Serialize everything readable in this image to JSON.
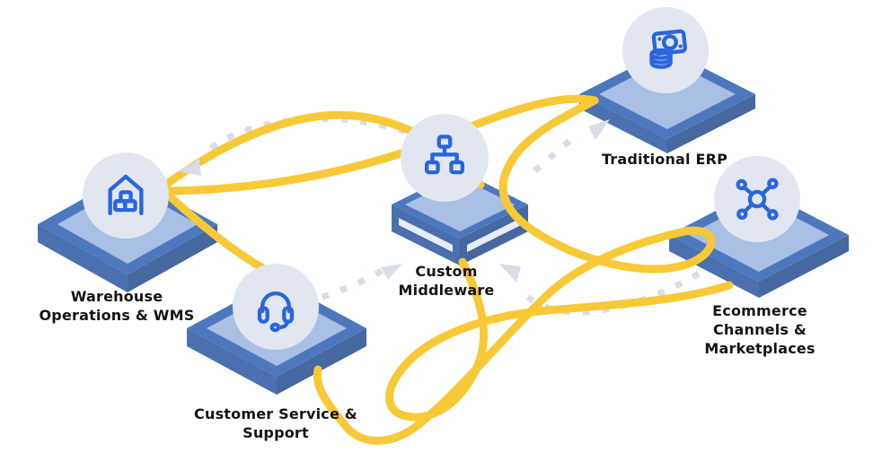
{
  "diagram": {
    "colors": {
      "background": "#FFFFFF",
      "connection_yellow": "#F7C937",
      "platform_edge": "#4E78BE",
      "platform_top": "#A9BFE3",
      "platform_side": "#4A70B0",
      "platform_side_dark": "#44689F",
      "stripe": "#E8ECF4",
      "node_circle": "#E2E6F0",
      "icon_blue": "#2B65DC",
      "dotted_flow": "#D8DDE7",
      "label_text": "#141414"
    },
    "nodes": [
      {
        "id": "warehouse",
        "icon": "warehouse-icon",
        "label_lines": [
          "Warehouse",
          "Operations & WMS"
        ]
      },
      {
        "id": "customer-service",
        "icon": "headset-icon",
        "label_lines": [
          "Customer Service &",
          "Support"
        ]
      },
      {
        "id": "middleware",
        "icon": "hierarchy-icon",
        "label_lines": [
          "Custom",
          "Middleware"
        ]
      },
      {
        "id": "erp",
        "icon": "cash-icon",
        "label_lines": [
          "Traditional ERP"
        ]
      },
      {
        "id": "ecommerce",
        "icon": "network-hub-icon",
        "label_lines": [
          "Ecommerce",
          "Channels &",
          "Marketplaces"
        ]
      }
    ]
  }
}
